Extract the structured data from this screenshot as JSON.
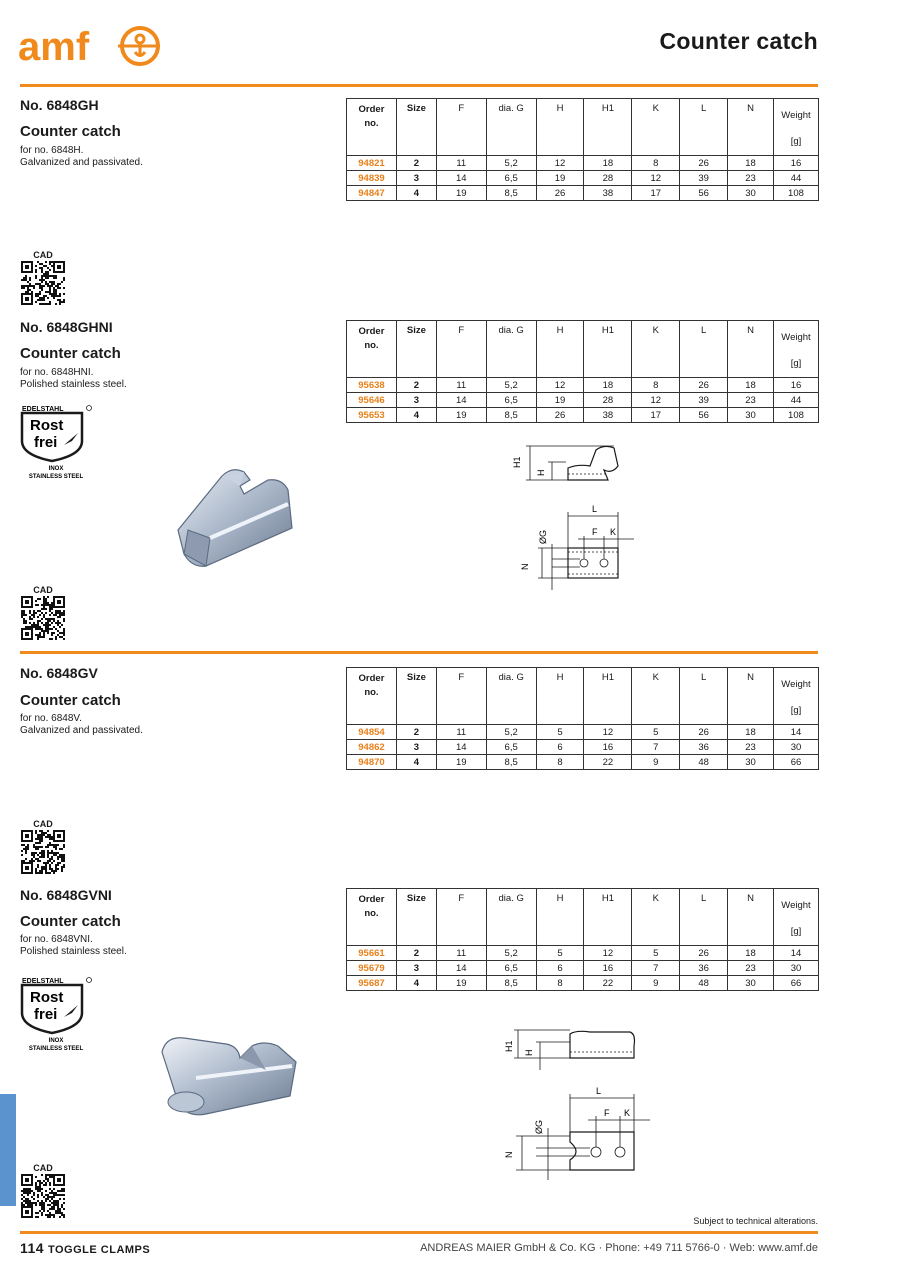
{
  "header": {
    "brand": "amf",
    "title": "Counter catch"
  },
  "table_headers": {
    "order": [
      "Order",
      "no."
    ],
    "size": "Size",
    "f": "F",
    "dia_g": "dia. G",
    "h": "H",
    "h1": "H1",
    "k": "K",
    "l": "L",
    "n": "N",
    "weight": [
      "Weight",
      "[g]"
    ]
  },
  "cad_label": "CAD",
  "rostfrei": {
    "top": "EDELSTAHL",
    "line1": "Rost",
    "line2": "frei",
    "line3": "INOX",
    "line4": "STAINLESS STEEL"
  },
  "diagram_labels": {
    "h1": "H1",
    "h": "H",
    "l": "L",
    "g": "ØG",
    "f": "F",
    "k": "K",
    "n": "N"
  },
  "sections": [
    {
      "number": "No. 6848GH",
      "title": "Counter catch",
      "desc": [
        "for no. 6848H.",
        "Galvanized and passivated."
      ],
      "rows": [
        [
          "94821",
          "2",
          "11",
          "5,2",
          "12",
          "18",
          "8",
          "26",
          "18",
          "16"
        ],
        [
          "94839",
          "3",
          "14",
          "6,5",
          "19",
          "28",
          "12",
          "39",
          "23",
          "44"
        ],
        [
          "94847",
          "4",
          "19",
          "8,5",
          "26",
          "38",
          "17",
          "56",
          "30",
          "108"
        ]
      ]
    },
    {
      "number": "No. 6848GHNI",
      "title": "Counter catch",
      "desc": [
        "for no. 6848HNI.",
        "Polished stainless steel."
      ],
      "rows": [
        [
          "95638",
          "2",
          "11",
          "5,2",
          "12",
          "18",
          "8",
          "26",
          "18",
          "16"
        ],
        [
          "95646",
          "3",
          "14",
          "6,5",
          "19",
          "28",
          "12",
          "39",
          "23",
          "44"
        ],
        [
          "95653",
          "4",
          "19",
          "8,5",
          "26",
          "38",
          "17",
          "56",
          "30",
          "108"
        ]
      ]
    },
    {
      "number": "No. 6848GV",
      "title": "Counter catch",
      "desc": [
        "for no. 6848V.",
        "Galvanized and passivated."
      ],
      "rows": [
        [
          "94854",
          "2",
          "11",
          "5,2",
          "5",
          "12",
          "5",
          "26",
          "18",
          "14"
        ],
        [
          "94862",
          "3",
          "14",
          "6,5",
          "6",
          "16",
          "7",
          "36",
          "23",
          "30"
        ],
        [
          "94870",
          "4",
          "19",
          "8,5",
          "8",
          "22",
          "9",
          "48",
          "30",
          "66"
        ]
      ]
    },
    {
      "number": "No. 6848GVNI",
      "title": "Counter catch",
      "desc": [
        "for no. 6848VNI.",
        "Polished stainless steel."
      ],
      "rows": [
        [
          "95661",
          "2",
          "11",
          "5,2",
          "5",
          "12",
          "5",
          "26",
          "18",
          "14"
        ],
        [
          "95679",
          "3",
          "14",
          "6,5",
          "6",
          "16",
          "7",
          "36",
          "23",
          "30"
        ],
        [
          "95687",
          "4",
          "19",
          "8,5",
          "8",
          "22",
          "9",
          "48",
          "30",
          "66"
        ]
      ]
    }
  ],
  "footer": {
    "note": "Subject to technical alterations.",
    "page_number": "114",
    "section": "TOGGLE CLAMPS",
    "company": "ANDREAS MAIER GmbH & Co. KG · Phone: +49 711 5766-0 · Web: www.amf.de"
  },
  "colors": {
    "accent": "#f08a1c",
    "order_no": "#e8811a",
    "side_tab": "#5b93cf"
  }
}
